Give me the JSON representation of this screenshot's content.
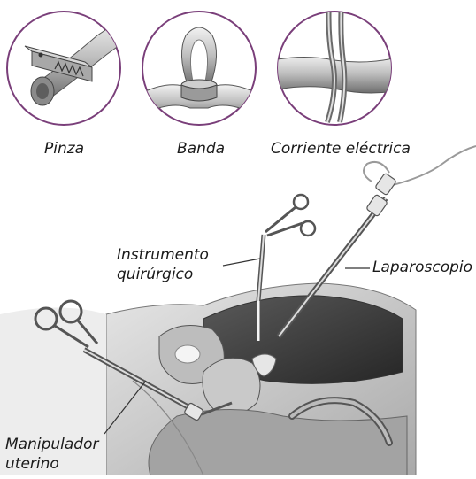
{
  "methods": [
    {
      "label": "Pinza",
      "icon": "clip-icon"
    },
    {
      "label": "Banda",
      "icon": "ring-band-icon"
    },
    {
      "label": "Corriente eléctrica",
      "icon": "electrocautery-icon"
    }
  ],
  "callouts": {
    "instrument_line1": "Instrumento",
    "instrument_line2": "quirúrgico",
    "laparoscope": "Laparoscopio",
    "manipulator_line1": "Manipulador",
    "manipulator_line2": "uterino"
  }
}
